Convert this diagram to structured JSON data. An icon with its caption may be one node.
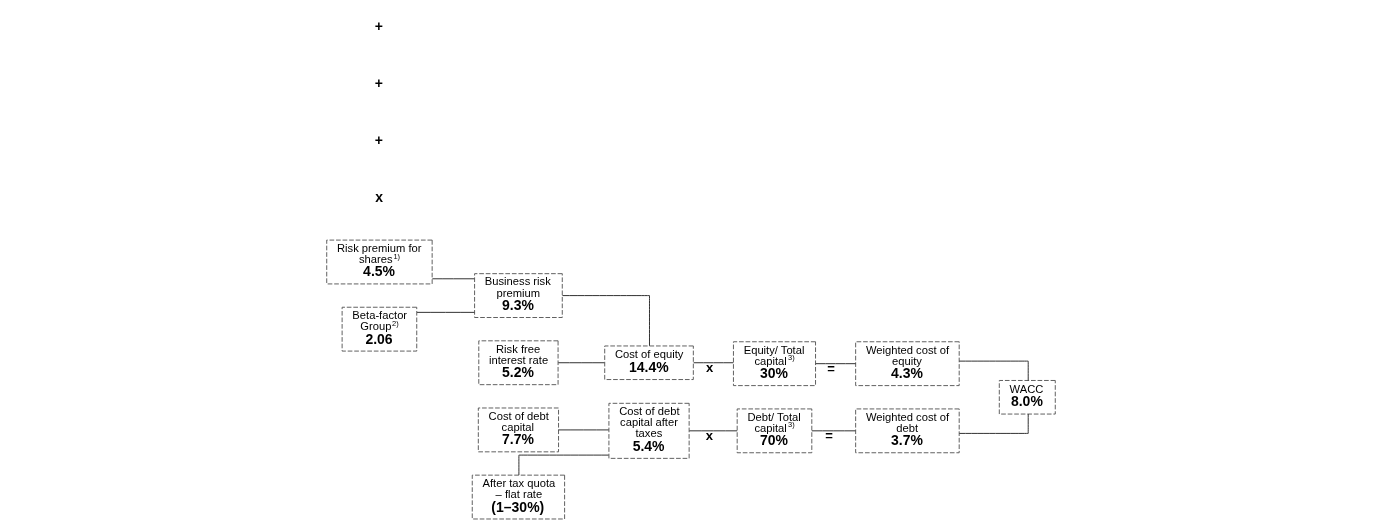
{
  "diagram": {
    "nodes": [
      {
        "text": [
          "Risk premium for shares$^{1)}$",
          "4.5%"
        ]
      },
      {
        "text": [
          "Business risk premium",
          "9.3%"
        ]
      },
      {
        "text": [
          "Beta-factor Group$^{2)}$",
          "2.06"
        ]
      },
      {
        "text": [
          "Cost of equity",
          "14.4%"
        ]
      },
      {
        "text": [
          "Equity/ Total capital$^{3)}$",
          "30%"
        ]
      },
      {
        "text": [
          "Weighted cost of equity",
          "4.3%"
        ]
      },
      {
        "text": [
          "Risk free interest rate",
          "5.2%"
        ]
      },
      {
        "text": [
          "WACC",
          "8.0%"
        ]
      },
      {
        "text": [
          "Cost of debt capital",
          "7.7%"
        ]
      },
      {
        "text": [
          "Cost of debt capital after taxes",
          "5.4%"
        ]
      },
      {
        "text": [
          "Debt/ Total capital$^{3)}$",
          "70%"
        ]
      },
      {
        "text": [
          "Weighted cost of debt",
          "3.7%"
        ]
      },
      {
        "text": [
          "After tax quota – flat rate",
          "(1–30%)"
        ]
      }
    ],
    "edges": [
      {
        "from": 0,
        "to": 1,
        "arrow": "none"
      },
      {
        "from": 2,
        "to": 1,
        "arrow": "none"
      },
      {
        "from": 1,
        "to": 3,
        "arrow": "none"
      },
      {
        "from": 6,
        "to": 3,
        "arrow": "none"
      },
      {
        "from": 3,
        "to": 4,
        "arrow": "none",
        "label": "x"
      },
      {
        "from": 4,
        "to": 5,
        "arrow": "none",
        "label": "="
      },
      {
        "from": 5,
        "to": 7,
        "arrow": "none"
      },
      {
        "from": 8,
        "to": 9,
        "arrow": "none"
      },
      {
        "from": 12,
        "to": 9,
        "arrow": "none"
      },
      {
        "from": 9,
        "to": 10,
        "arrow": "none",
        "label": "x"
      },
      {
        "from": 10,
        "to": 11,
        "arrow": "none",
        "label": "="
      },
      {
        "from": 11,
        "to": 7,
        "arrow": "none"
      }
    ],
    "labels": [
      "x",
      "+",
      "+",
      "+"
    ]
  }
}
